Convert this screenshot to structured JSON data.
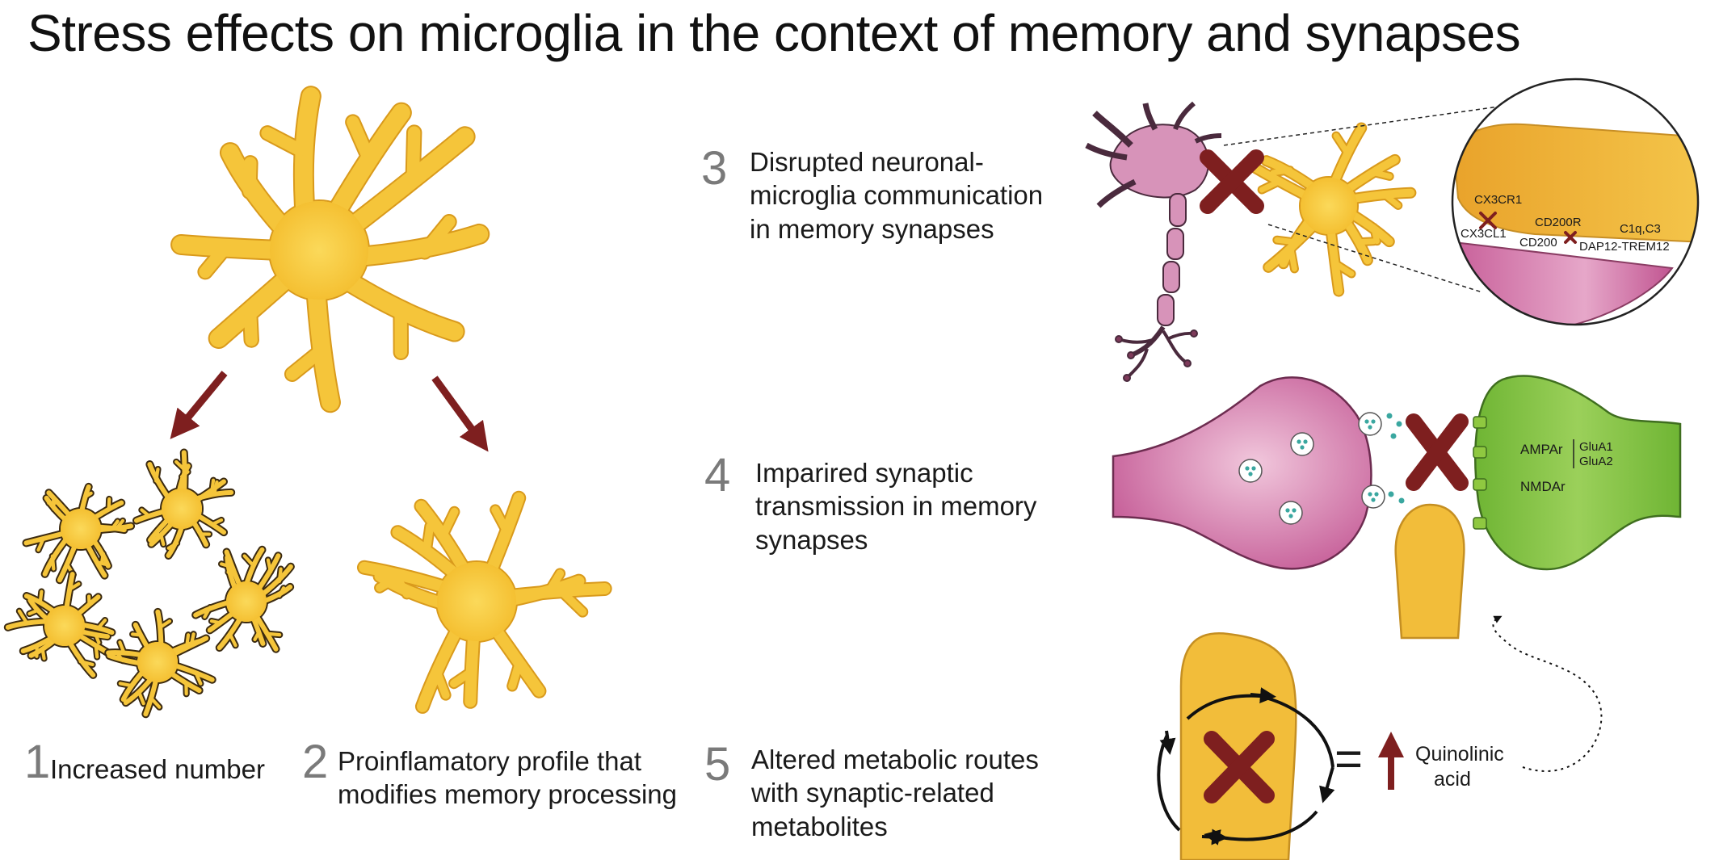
{
  "title": "Stress effects on microglia in the context of memory and synapses",
  "items": [
    {
      "number": "1",
      "text": "Increased number"
    },
    {
      "number": "2",
      "text": "Proinflamatory profile that\nmodifies memory processing"
    },
    {
      "number": "3",
      "text": "Disrupted neuronal-\nmicroglia communication\nin memory synapses"
    },
    {
      "number": "4",
      "text": "Imparired synaptic\ntransmission in memory\nsynapses"
    },
    {
      "number": "5",
      "text": "Altered metabolic routes\nwith synaptic-related\nmetabolites"
    }
  ],
  "inset_labels": {
    "cx3cr1": "CX3CR1",
    "cx3cl1": "CX3CL1",
    "cd200r": "CD200R",
    "cd200": "CD200",
    "c1q": "C1q,C3",
    "dap12": "DAP12-TREM12"
  },
  "receptor_labels": {
    "ampar": "AMPAr",
    "glua1": "GluA1",
    "glua2": "GluA2",
    "nmdar": "NMDAr"
  },
  "metabolite": {
    "equals": "=",
    "label": "Quinolinic\nacid"
  },
  "colors": {
    "microglia_fill": "#f5c53a",
    "microglia_stroke": "#d99a1c",
    "neuron_fill": "#d47fae",
    "postsynapse_fill": "#7fbf3f",
    "x_mark": "#7e1f1f",
    "arrow": "#7e1f1f"
  }
}
